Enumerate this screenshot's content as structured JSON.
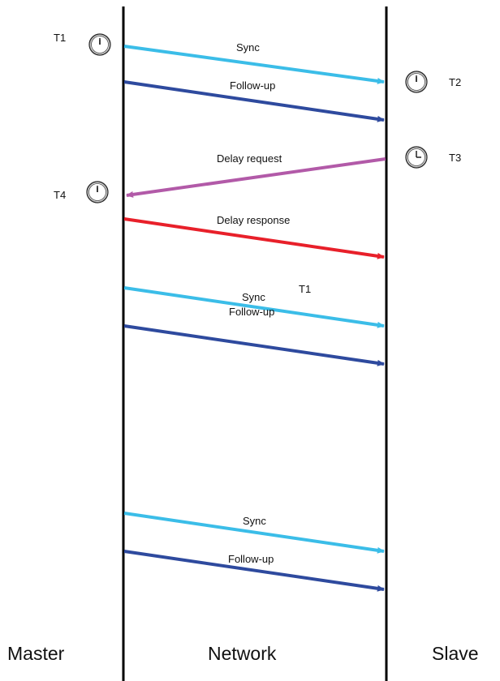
{
  "columns": {
    "master": "Master",
    "network": "Network",
    "slave": "Slave"
  },
  "timestamps": {
    "t1": "T1",
    "t2": "T2",
    "t3": "T3",
    "t4": "T4",
    "t1_stray": "T1"
  },
  "messages": {
    "sync_1": "Sync",
    "followup_1": "Follow-up",
    "delay_request": "Delay request",
    "delay_response": "Delay response",
    "sync_2": "Sync",
    "followup_2": "Follow-up",
    "sync_3": "Sync",
    "followup_3": "Follow-up"
  },
  "colors": {
    "sync": "#3bbde8",
    "followup": "#2e4a9e",
    "delay_request": "#b25aa8",
    "delay_response": "#e8202a",
    "timeline": "#000000"
  }
}
